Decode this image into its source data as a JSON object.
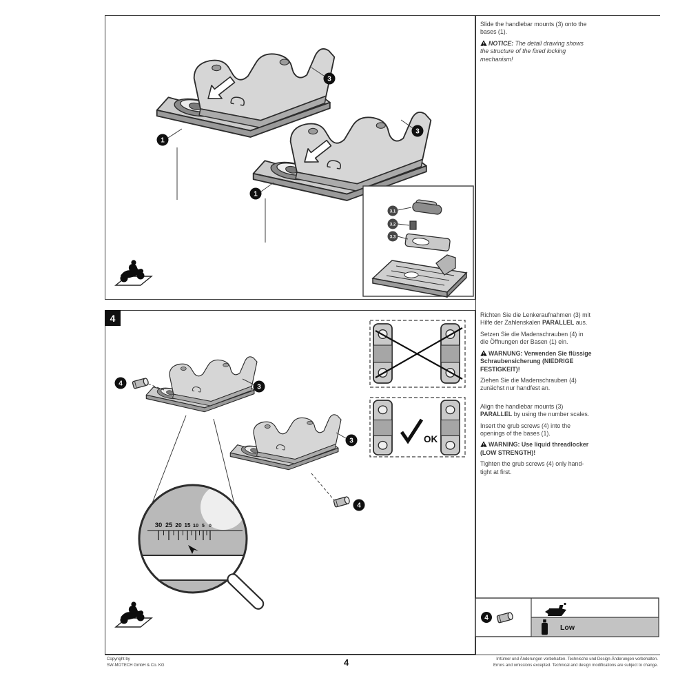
{
  "callouts": {
    "base": "1",
    "mount": "3",
    "grub_screw": "4"
  },
  "step3": {
    "instruction": "Slide the handlebar mounts (3) onto the bases (1).",
    "notice_label": "NOTICE:",
    "notice_body": "The detail drawing shows the structure of the fixed locking mechanism!",
    "detail_labels": {
      "l1": "3.1",
      "l2": "3.2",
      "l3": "3.3"
    }
  },
  "step4": {
    "number": "4",
    "de": {
      "align_pre": "Richten Sie die Lenkeraufnahmen (3) mit Hilfe der Zahlenskalen ",
      "align_bold": "PARALLEL",
      "align_post": " aus.",
      "insert": "Setzen Sie die Madenschrauben (4) in die Öffnungen der Basen (1) ein.",
      "warning": "WARNUNG: Verwenden Sie flüssige Schraubensicherung (NIEDRIGE FESTIGKEIT)!",
      "tighten": "Ziehen Sie die Madenschrauben (4) zunächst nur handfest an."
    },
    "en": {
      "align_pre": "Align the handlebar mounts (3) ",
      "align_bold": "PARALLEL",
      "align_post": " by using the number scales.",
      "insert": "Insert the grub screws (4) into the openings of the bases (1).",
      "warning": "WARNING: Use liquid threadlocker (LOW STRENGTH)!",
      "tighten": "Tighten the grub screws (4) only hand-tight at first."
    },
    "ok_label": "OK",
    "scale_values": [
      "30",
      "25",
      "20",
      "15",
      "10",
      "5",
      "0"
    ],
    "supplies": {
      "callout": "4",
      "strength": "Low"
    }
  },
  "footer": {
    "copyright_1": "Copyright by",
    "copyright_2": "SW-MOTECH GmbH & Co. KG",
    "page_number": "4",
    "disclaimer_de": "Irrtümer und Änderungen vorbehalten. Technische und Design-Änderungen vorbehalten.",
    "disclaimer_en": "Errors and omissions excepted. Technical and design modifications are subject to change."
  }
}
